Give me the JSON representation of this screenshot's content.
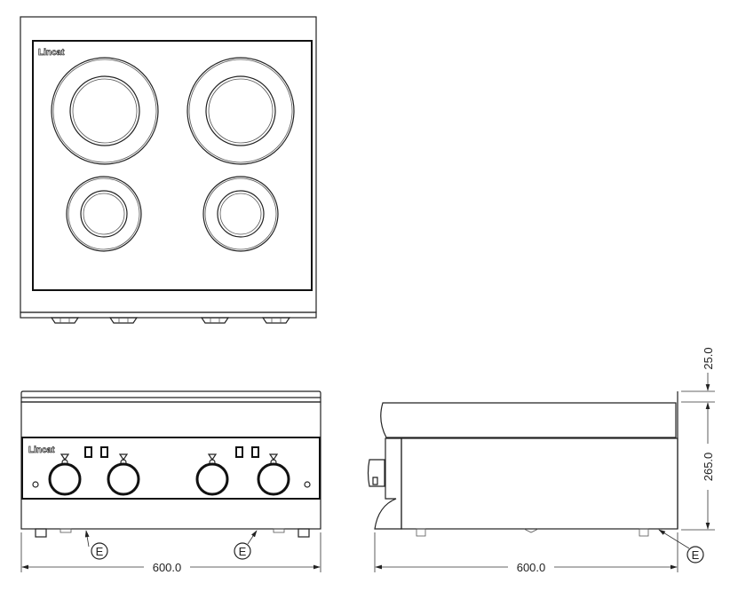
{
  "brand_logo": "Lincat",
  "dimensions": {
    "front_width": "600.0",
    "side_depth": "600.0",
    "height": "265.0",
    "upstand": "25.0"
  },
  "callouts": {
    "front_left": "E",
    "front_right": "E",
    "side": "E"
  }
}
